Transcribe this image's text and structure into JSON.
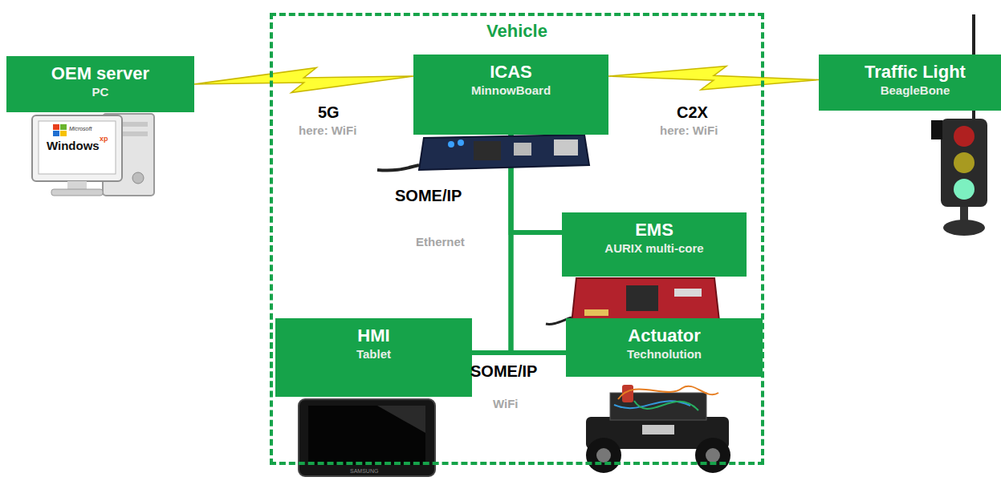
{
  "diagram": {
    "nodes": [
      {
        "text": [
          "OEM server",
          "PC"
        ]
      },
      {
        "text": [
          "Vehicle"
        ]
      },
      {
        "text": [
          "ICAS",
          "MinnowBoard"
        ],
        "in": 1
      },
      {
        "text": [
          "Traffic Light",
          "BeagleBone"
        ]
      },
      {
        "text": [
          "EMS",
          "AURIX multi-core"
        ],
        "in": 1
      },
      {
        "text": [
          "HMI",
          "Tablet"
        ],
        "in": 1
      },
      {
        "text": [
          "Actuator",
          "Technolution"
        ],
        "in": 1
      }
    ],
    "edges": [
      {
        "from": 0,
        "to": 2,
        "label": "5G",
        "arrow": "none"
      },
      {
        "from": 2,
        "to": 3,
        "label": "C2X",
        "arrow": "none"
      },
      {
        "from": 2,
        "to": 4,
        "label": "SOME/IP",
        "arrow": "none"
      },
      {
        "from": 2,
        "to": 5,
        "arrow": "none"
      },
      {
        "from": 2,
        "to": 6,
        "arrow": "none"
      },
      {
        "from": 5,
        "to": 6,
        "label": "SOME/IP",
        "arrow": "none"
      }
    ],
    "labels": [
      "here: WiFi",
      "here: WiFi",
      "Ethernet",
      "WiFi",
      "Microsoft",
      "Windows",
      "xp",
      "SAMSUNG"
    ]
  }
}
